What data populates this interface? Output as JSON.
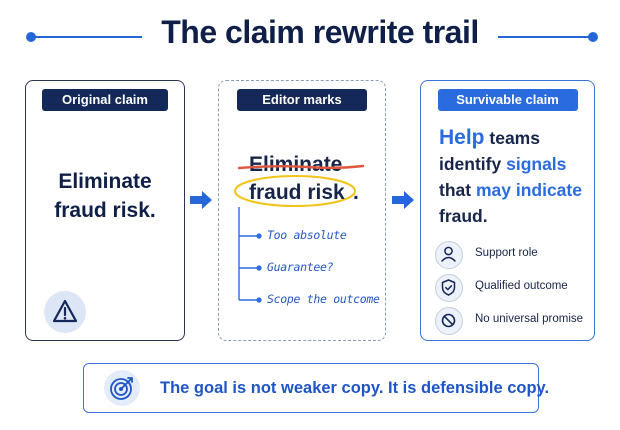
{
  "title": "The claim rewrite trail",
  "colors": {
    "navy": "#14285a",
    "accent": "#2a6be0",
    "strike": "#e0573f",
    "highlight": "#f2c318"
  },
  "panels": {
    "original": {
      "tag": "Original claim",
      "line1": "Eliminate",
      "line2": "fraud risk.",
      "icon": "warning-triangle-icon"
    },
    "editor": {
      "tag": "Editor marks",
      "struck": "Eliminate",
      "circled": "fraud risk",
      "period": ".",
      "notes": [
        "Too absolute",
        "Guarantee?",
        "Scope the outcome"
      ]
    },
    "survivable": {
      "tag": "Survivable claim",
      "w_help": "Help",
      "w_teams": " teams",
      "w_identify": "identify ",
      "w_signals": "signals",
      "w_that": "that ",
      "w_may": "may indicate",
      "w_fraud": "fraud.",
      "features": [
        {
          "label": "Support role",
          "icon": "person-icon"
        },
        {
          "label": "Qualified outcome",
          "icon": "shield-check-icon"
        },
        {
          "label": "No universal promise",
          "icon": "prohibited-icon"
        }
      ]
    }
  },
  "goal": {
    "text": "The goal is not weaker copy. It is defensible copy.",
    "icon": "target-icon"
  }
}
